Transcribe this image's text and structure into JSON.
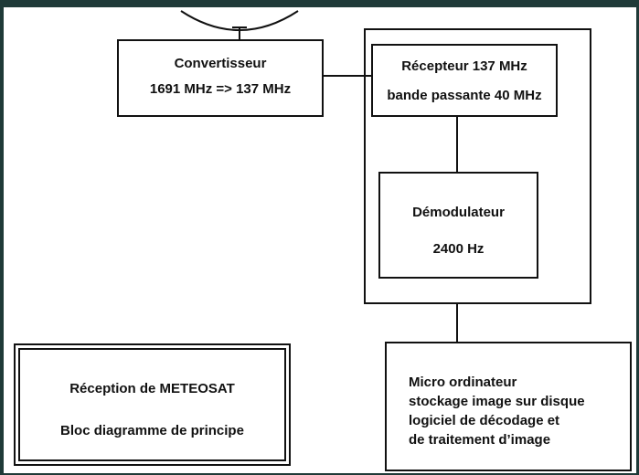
{
  "blocks": {
    "convertisseur": {
      "line1": "Convertisseur",
      "line2": "1691 MHz => 137 MHz"
    },
    "recepteur": {
      "line1": "Récepteur 137 MHz",
      "line2": "bande passante 40 MHz"
    },
    "demodulateur": {
      "line1": "Démodulateur",
      "line2": "2400 Hz"
    },
    "ordinateur": {
      "line1": "Micro ordinateur",
      "line2": "stockage image sur disque",
      "line3": "logiciel de décodage et",
      "line4": "de traitement d’image"
    }
  },
  "caption": {
    "title": "Réception de METEOSAT",
    "subtitle": "Bloc diagramme de principe"
  },
  "colors": {
    "background": "#1f3a38",
    "ink": "#111111",
    "paper": "#ffffff"
  },
  "icons": {
    "antenna": "dish-antenna-icon"
  }
}
